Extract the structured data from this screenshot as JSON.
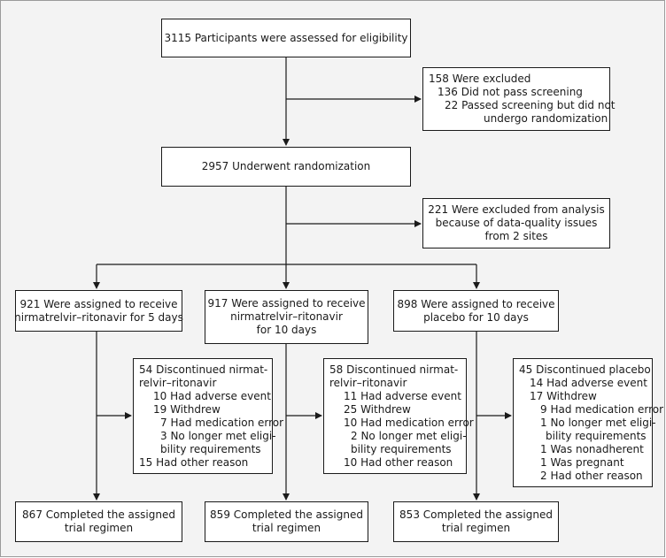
{
  "assessed": {
    "lines": [
      "3115 Participants were assessed for eligibility"
    ]
  },
  "excluded_screening": {
    "lines": [
      "158 Were excluded",
      "136 Did not pass screening",
      "22 Passed screening but did not",
      "undergo randomization"
    ]
  },
  "randomized": {
    "lines": [
      "2957 Underwent randomization"
    ]
  },
  "excluded_analysis": {
    "lines": [
      "221 Were excluded from analysis",
      "because of data-quality issues",
      "from 2 sites"
    ]
  },
  "arm1_assigned": {
    "lines": [
      "921 Were assigned to receive",
      "nirmatrelvir–ritonavir for 5 days"
    ]
  },
  "arm2_assigned": {
    "lines": [
      "917 Were assigned to receive",
      "nirmatrelvir–ritonavir",
      "for 10 days"
    ]
  },
  "arm3_assigned": {
    "lines": [
      "898 Were assigned to receive",
      "placebo for 10 days"
    ]
  },
  "arm1_discontinued": {
    "lines": [
      "54 Discontinued nirmat-",
      "relvir–ritonavir",
      "10 Had adverse event",
      "19 Withdrew",
      "7 Had medication error",
      "3 No longer met eligi-",
      "bility requirements",
      "15 Had other reason"
    ]
  },
  "arm2_discontinued": {
    "lines": [
      "58 Discontinued nirmat-",
      "relvir–ritonavir",
      "11 Had adverse event",
      "25 Withdrew",
      "10 Had medication error",
      "2 No longer met eligi-",
      "bility requirements",
      "10 Had other reason"
    ]
  },
  "arm3_discontinued": {
    "lines": [
      "45 Discontinued placebo",
      "14 Had adverse event",
      "17 Withdrew",
      "9 Had medication error",
      "1 No longer met eligi-",
      "bility requirements",
      "1 Was nonadherent",
      "1 Was pregnant",
      "2 Had other reason"
    ]
  },
  "arm1_completed": {
    "lines": [
      "867 Completed the assigned",
      "trial regimen"
    ]
  },
  "arm2_completed": {
    "lines": [
      "859 Completed the assigned",
      "trial regimen"
    ]
  },
  "arm3_completed": {
    "lines": [
      "853 Completed the assigned",
      "trial regimen"
    ]
  },
  "colors": {
    "line": "#1a1a1a",
    "box_fill": "#ffffff",
    "background": "#f3f3f3"
  }
}
